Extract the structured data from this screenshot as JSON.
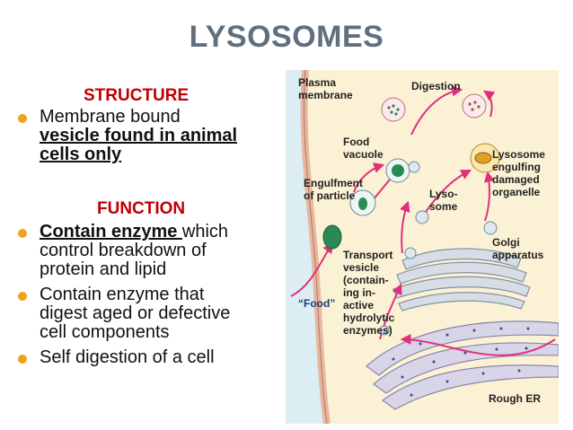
{
  "title": "LYSOSOMES",
  "structure": {
    "heading": "STRUCTURE",
    "bullet1_line1": "Membrane bound",
    "bullet1_line2": "vesicle found in animal",
    "bullet1_line3": "cells only"
  },
  "function": {
    "heading": "FUNCTION",
    "bullet1_u": "Contain enzyme ",
    "bullet1_rest": "which",
    "bullet1_line2": "control breakdown of",
    "bullet1_line3": "protein and lipid",
    "bullet2_line1": "Contain enzyme that",
    "bullet2_line2": "digest aged or defective",
    "bullet2_line3": "cell components",
    "bullet3_line1": "Self digestion of a cell"
  },
  "diagram": {
    "plasma_membrane_1": "Plasma",
    "plasma_membrane_2": "membrane",
    "digestion": "Digestion",
    "food_vacuole_1": "Food",
    "food_vacuole_2": "vacuole",
    "engulfment_1": "Engulfment",
    "engulfment_2": "of particle",
    "lysosome_1": "Lyso-",
    "lysosome_2": "some",
    "lysosome_engulfing_1": "Lysosome",
    "lysosome_engulfing_2": "engulfing",
    "lysosome_engulfing_3": "damaged",
    "lysosome_engulfing_4": "organelle",
    "golgi_1": "Golgi",
    "golgi_2": "apparatus",
    "food": "“Food”",
    "transport_1": "Transport",
    "transport_2": "vesicle",
    "transport_3": "(contain-",
    "transport_4": "ing in-",
    "transport_5": "active",
    "transport_6": "hydrolytic",
    "transport_7": "enzymes)",
    "rough_er": "Rough ER"
  },
  "colors": {
    "title": "#5f6f7e",
    "heading": "#c00000",
    "bullet": "#f0a11d",
    "arrow": "#e0307a"
  }
}
